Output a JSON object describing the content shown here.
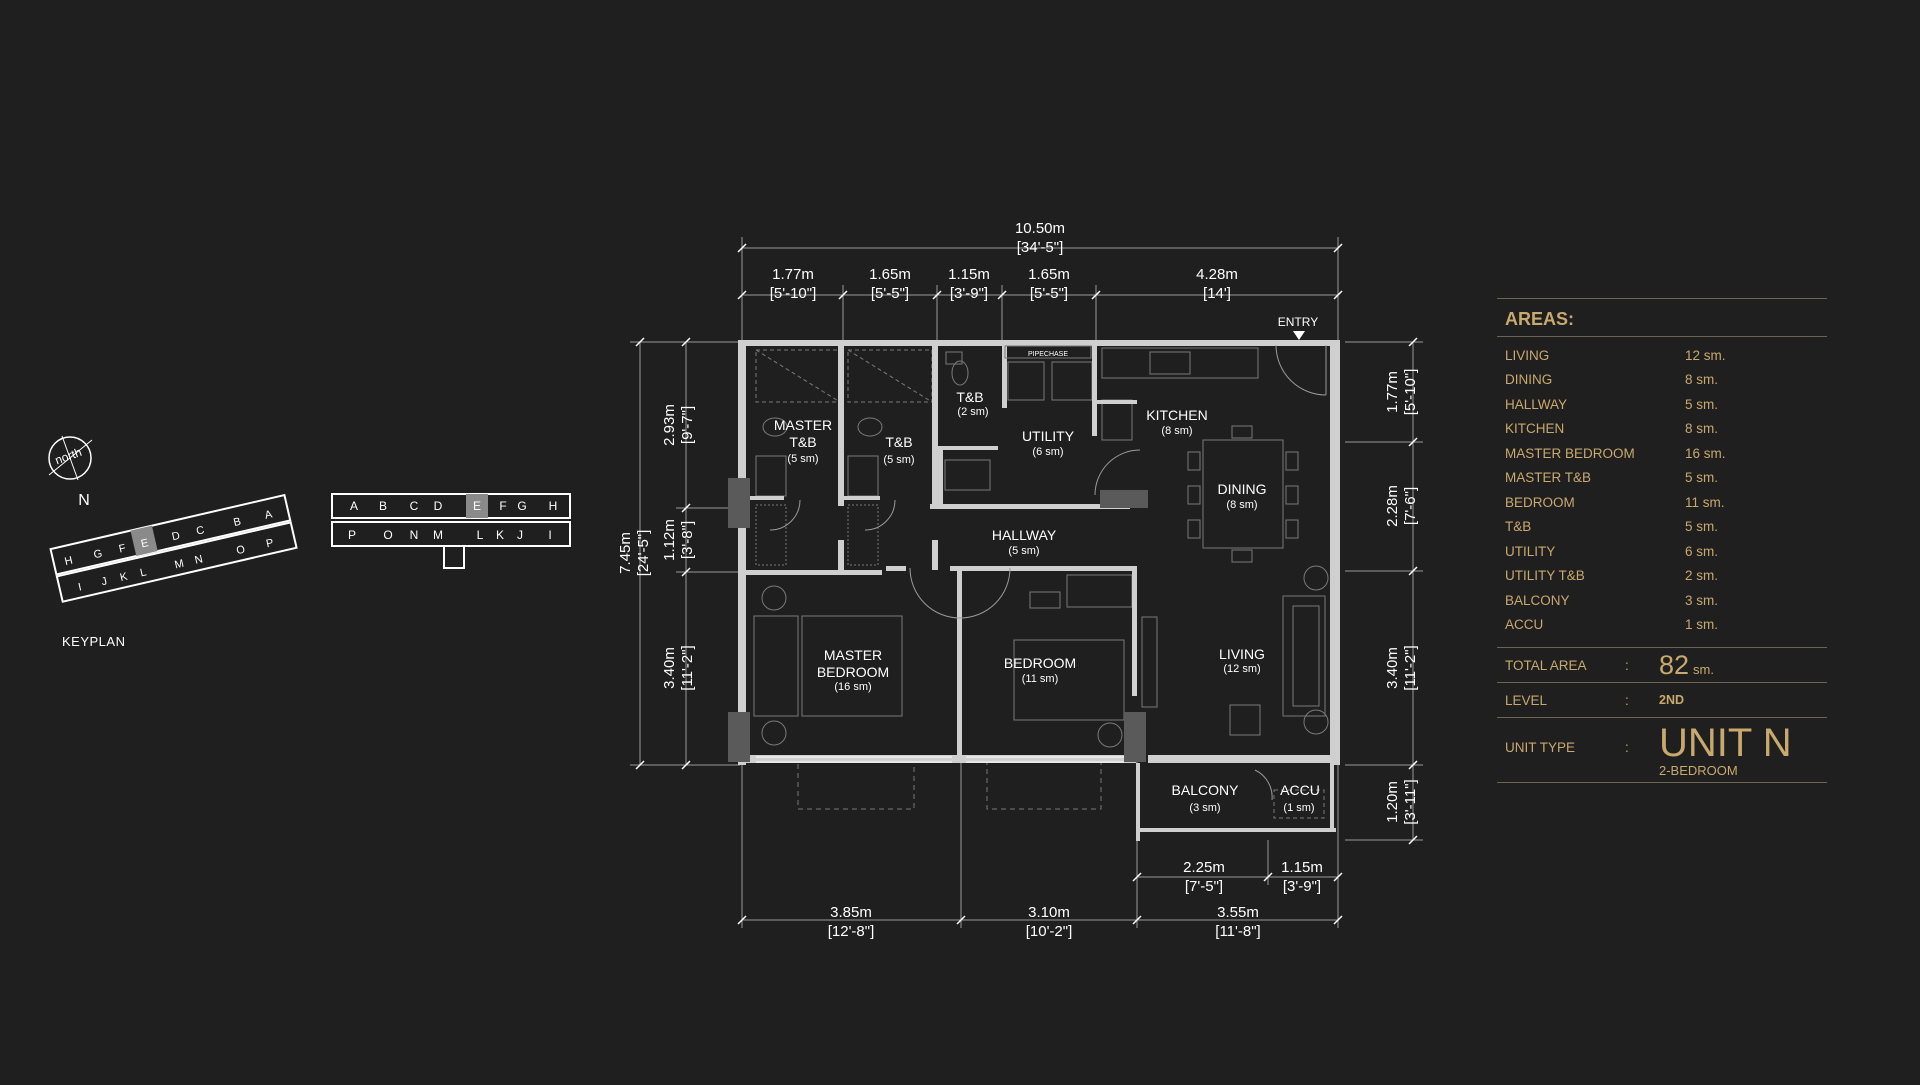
{
  "overall_dims": {
    "width_m": "10.50m",
    "width_ft": "[34'-5\"]",
    "depth_m": "7.45m",
    "depth_ft": "[24'-5\"]"
  },
  "top_dims": [
    {
      "m": "1.77m",
      "ft": "[5'-10\"]"
    },
    {
      "m": "1.65m",
      "ft": "[5'-5\"]"
    },
    {
      "m": "1.15m",
      "ft": "[3'-9\"]"
    },
    {
      "m": "1.65m",
      "ft": "[5'-5\"]"
    },
    {
      "m": "4.28m",
      "ft": "[14']"
    }
  ],
  "bottom_dims": [
    {
      "m": "3.85m",
      "ft": "[12'-8\"]"
    },
    {
      "m": "3.10m",
      "ft": "[10'-2\"]"
    },
    {
      "m": "3.55m",
      "ft": "[11'-8\"]"
    }
  ],
  "balcony_dims": [
    {
      "m": "2.25m",
      "ft": "[7'-5\"]"
    },
    {
      "m": "1.15m",
      "ft": "[3'-9\"]"
    }
  ],
  "left_dims": [
    {
      "m": "2.93m",
      "ft": "[9'-7\"]"
    },
    {
      "m": "1.12m",
      "ft": "[3'-8\"]"
    },
    {
      "m": "3.40m",
      "ft": "[11'-2\"]"
    }
  ],
  "right_dims": [
    {
      "m": "1.77m",
      "ft": "[5'-10\"]"
    },
    {
      "m": "2.28m",
      "ft": "[7'-6\"]"
    },
    {
      "m": "3.40m",
      "ft": "[11'-2\"]"
    },
    {
      "m": "1.20m",
      "ft": "[3'-11\"]"
    }
  ],
  "entry_label": "ENTRY",
  "pipe_chase_label": "PIPECHASE",
  "rooms": {
    "master_tb": {
      "line1": "MASTER",
      "line2": "T&B",
      "area": "(5 sm)"
    },
    "tb_mid": {
      "name": "T&B",
      "area": "(5 sm)"
    },
    "tb_small": {
      "name": "T&B",
      "area": "(2 sm)"
    },
    "utility": {
      "name": "UTILITY",
      "area": "(6 sm)"
    },
    "kitchen": {
      "name": "KITCHEN",
      "area": "(8 sm)"
    },
    "dining": {
      "name": "DINING",
      "area": "(8 sm)"
    },
    "hallway": {
      "name": "HALLWAY",
      "area": "(5 sm)"
    },
    "master_bedroom": {
      "line1": "MASTER",
      "line2": "BEDROOM",
      "area": "(16 sm)"
    },
    "bedroom": {
      "name": "BEDROOM",
      "area": "(11 sm)"
    },
    "living": {
      "name": "LIVING",
      "area": "(12 sm)"
    },
    "balcony": {
      "name": "BALCONY",
      "area": "(3 sm)"
    },
    "accu": {
      "name": "ACCU",
      "area": "(1 sm)"
    }
  },
  "compass": {
    "label": "north",
    "letter": "N"
  },
  "keyplan": {
    "label": "KEYPLAN",
    "bldg1_top": [
      "H",
      "G",
      "F",
      "E",
      "D",
      "C",
      "B",
      "A"
    ],
    "bldg1_bottom": [
      "I",
      "J",
      "K",
      "L",
      "M",
      "N",
      "O",
      "P"
    ],
    "bldg2_top": [
      "A",
      "B",
      "C",
      "D",
      "E",
      "F",
      "G",
      "H"
    ],
    "bldg2_bottom": [
      "P",
      "O",
      "N",
      "M",
      "L",
      "K",
      "J",
      "I"
    ],
    "highlight": "E"
  },
  "areas": {
    "title": "AREAS:",
    "rows": [
      {
        "name": "LIVING",
        "value": "12 sm."
      },
      {
        "name": "DINING",
        "value": "8 sm."
      },
      {
        "name": "HALLWAY",
        "value": "5 sm."
      },
      {
        "name": "KITCHEN",
        "value": "8 sm."
      },
      {
        "name": "MASTER BEDROOM",
        "value": "16 sm."
      },
      {
        "name": "MASTER T&B",
        "value": "5 sm."
      },
      {
        "name": "BEDROOM",
        "value": "11 sm."
      },
      {
        "name": "T&B",
        "value": "5 sm."
      },
      {
        "name": "UTILITY",
        "value": "6 sm."
      },
      {
        "name": "UTILITY T&B",
        "value": "2 sm."
      },
      {
        "name": "BALCONY",
        "value": "3 sm."
      },
      {
        "name": "ACCU",
        "value": "1 sm."
      }
    ],
    "total_label": "TOTAL AREA",
    "colon": ":",
    "total_value": "82",
    "total_unit": "sm.",
    "level_label": "LEVEL",
    "level_value": "2ND",
    "unit_type_label": "UNIT TYPE",
    "unit_type_value": "UNIT N",
    "unit_type_sub": "2-BEDROOM"
  },
  "colors": {
    "background": "#1f1f1f",
    "gold": "#c8a96e",
    "wall": "#cfcfcf",
    "furniture": "#7a7a7a"
  }
}
